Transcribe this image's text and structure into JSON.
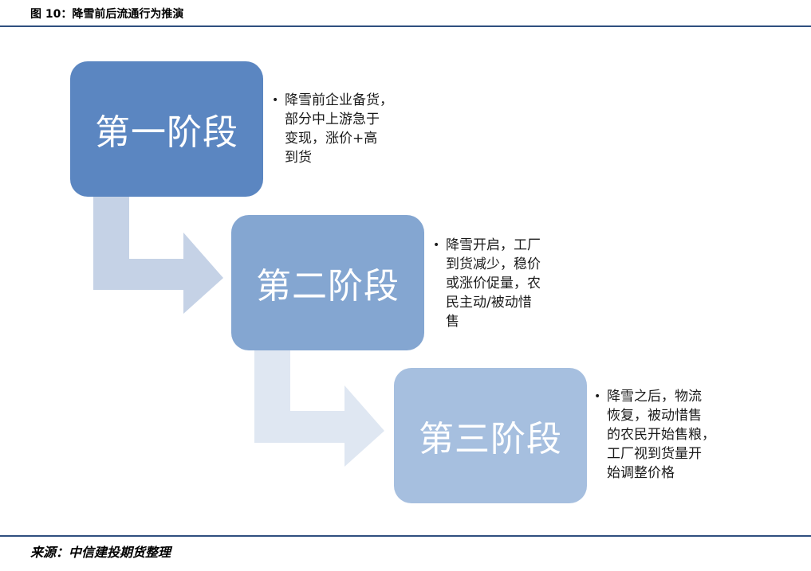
{
  "figure": {
    "title": "图 10：降雪前后流通行为推演",
    "source": "来源：中信建投期货整理"
  },
  "stages": [
    {
      "label": "第一阶段",
      "bullet": "降雪前企业备货，\n部分中上游急于\n变现，涨价+高\n到货"
    },
    {
      "label": "第二阶段",
      "bullet": "降雪开启，工厂\n到货减少，稳价\n或涨价促量，农\n民主动/被动惜\n售"
    },
    {
      "label": "第三阶段",
      "bullet": "降雪之后，物流\n恢复，被动惜售\n的农民开始售粮，\n工厂视到货量开\n始调整价格"
    }
  ],
  "colors": {
    "stage_1": "#5b86c1",
    "stage_2": "#84a6d1",
    "stage_3": "#a6bfdf",
    "arrow_1": "#c5d2e6",
    "arrow_2": "#dfe7f2",
    "rule": "#2f4f7f"
  },
  "bullet_symbol": "•"
}
